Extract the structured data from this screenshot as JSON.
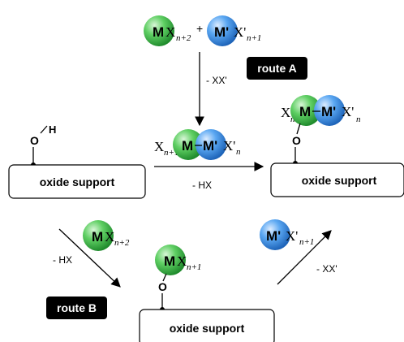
{
  "colors": {
    "M_sphere": "#3fb24a",
    "M_prime_sphere": "#3d8fe0",
    "route_label_bg": "#000000",
    "route_label_text": "#ffffff"
  },
  "reactants_top": {
    "m": "M",
    "x": "X",
    "m_sub": "n+2",
    "plus": "+",
    "m_prime": "M'",
    "x_prime": "X'",
    "m_prime_sub": "n+1"
  },
  "route_a": {
    "label": "route A",
    "byproduct": "- XX'"
  },
  "hydroxyl": {
    "o": "O",
    "h": "H"
  },
  "middle_reagent": {
    "x": "X",
    "x_sub": "n+1",
    "m": "M",
    "m_prime": "M'",
    "x_prime": "X'",
    "x_prime_sub": "n"
  },
  "middle_arrow_byproduct": "- HX",
  "product_top_right": {
    "x": "X",
    "x_sub": "n",
    "m": "M",
    "m_prime": "M'",
    "x_prime": "X'",
    "x_prime_sub": "n",
    "o": "O"
  },
  "support_label": "oxide support",
  "route_b": {
    "label": "route B",
    "reagent_m": "M",
    "reagent_x": "X",
    "reagent_sub": "n+2",
    "byproduct": "- HX"
  },
  "intermediate": {
    "m": "M",
    "x": "X",
    "x_sub": "n+1",
    "o": "O"
  },
  "step2": {
    "reagent_m": "M'",
    "reagent_x": "X'",
    "reagent_sub": "n+1",
    "byproduct": "- XX'"
  }
}
